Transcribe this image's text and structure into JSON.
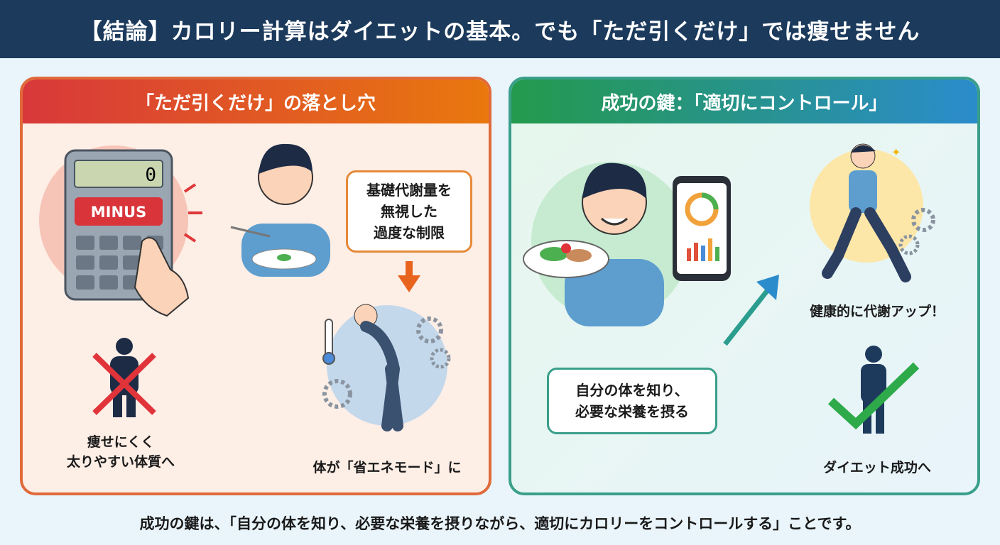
{
  "header": {
    "title": "【結論】カロリー計算はダイエットの基本。でも「ただ引くだけ」では痩せません"
  },
  "left_panel": {
    "title": "「ただ引くだけ」の落とし穴",
    "calculator": {
      "display": "0",
      "button": "MINUS"
    },
    "bubble": [
      "基礎代謝量を",
      "無視した",
      "過度な制限"
    ],
    "caption_body": [
      "痩せにくく",
      "太りやすい体質へ"
    ],
    "caption_mode": "体が「省エネモード」に"
  },
  "right_panel": {
    "title": "成功の鍵：「適切にコントロール」",
    "bubble": [
      "自分の体を知り、",
      "必要な栄養を摂る"
    ],
    "caption_metabolism": "健康的に代謝アップ！",
    "caption_success": "ダイエット成功へ"
  },
  "footer": "成功の鍵は、「自分の体を知り、必要な栄養を摂りながら、適切にカロリーをコントロールする」ことです。",
  "colors": {
    "header": "#1b3a5c",
    "left_accent": "#d8383a",
    "right_accent": "#239a4c"
  }
}
